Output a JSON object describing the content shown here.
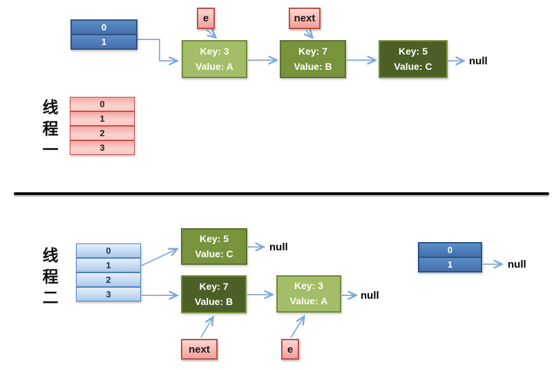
{
  "colors": {
    "arrow": "#7fa8d9",
    "dark_blue_fill": "#4f81bd",
    "light_blue_fill": "#c7dbf3",
    "pink_fill": "#f6b0aa",
    "green_light": "#a4bd69",
    "green_mid": "#77933c",
    "green_dark": "#4c5f26"
  },
  "thread1": {
    "label": "线程一",
    "bucket_table": [
      "0",
      "1"
    ],
    "hash_table": [
      "0",
      "1",
      "2",
      "3"
    ],
    "pointer_e": "e",
    "pointer_next": "next",
    "nodes": [
      {
        "key": "Key: 3",
        "value": "Value: A"
      },
      {
        "key": "Key: 7",
        "value": "Value: B"
      },
      {
        "key": "Key: 5",
        "value": "Value: C"
      }
    ],
    "null_label": "null"
  },
  "thread2": {
    "label": "线程二",
    "hash_table": [
      "0",
      "1",
      "2",
      "3"
    ],
    "pointer_e": "e",
    "pointer_next": "next",
    "nodes": [
      {
        "key": "Key: 5",
        "value": "Value: C"
      },
      {
        "key": "Key: 7",
        "value": "Value: B"
      },
      {
        "key": "Key: 3",
        "value": "Value: A"
      }
    ],
    "null_labels": [
      "null",
      "null",
      "null"
    ],
    "bucket_table": [
      "0",
      "1"
    ]
  }
}
